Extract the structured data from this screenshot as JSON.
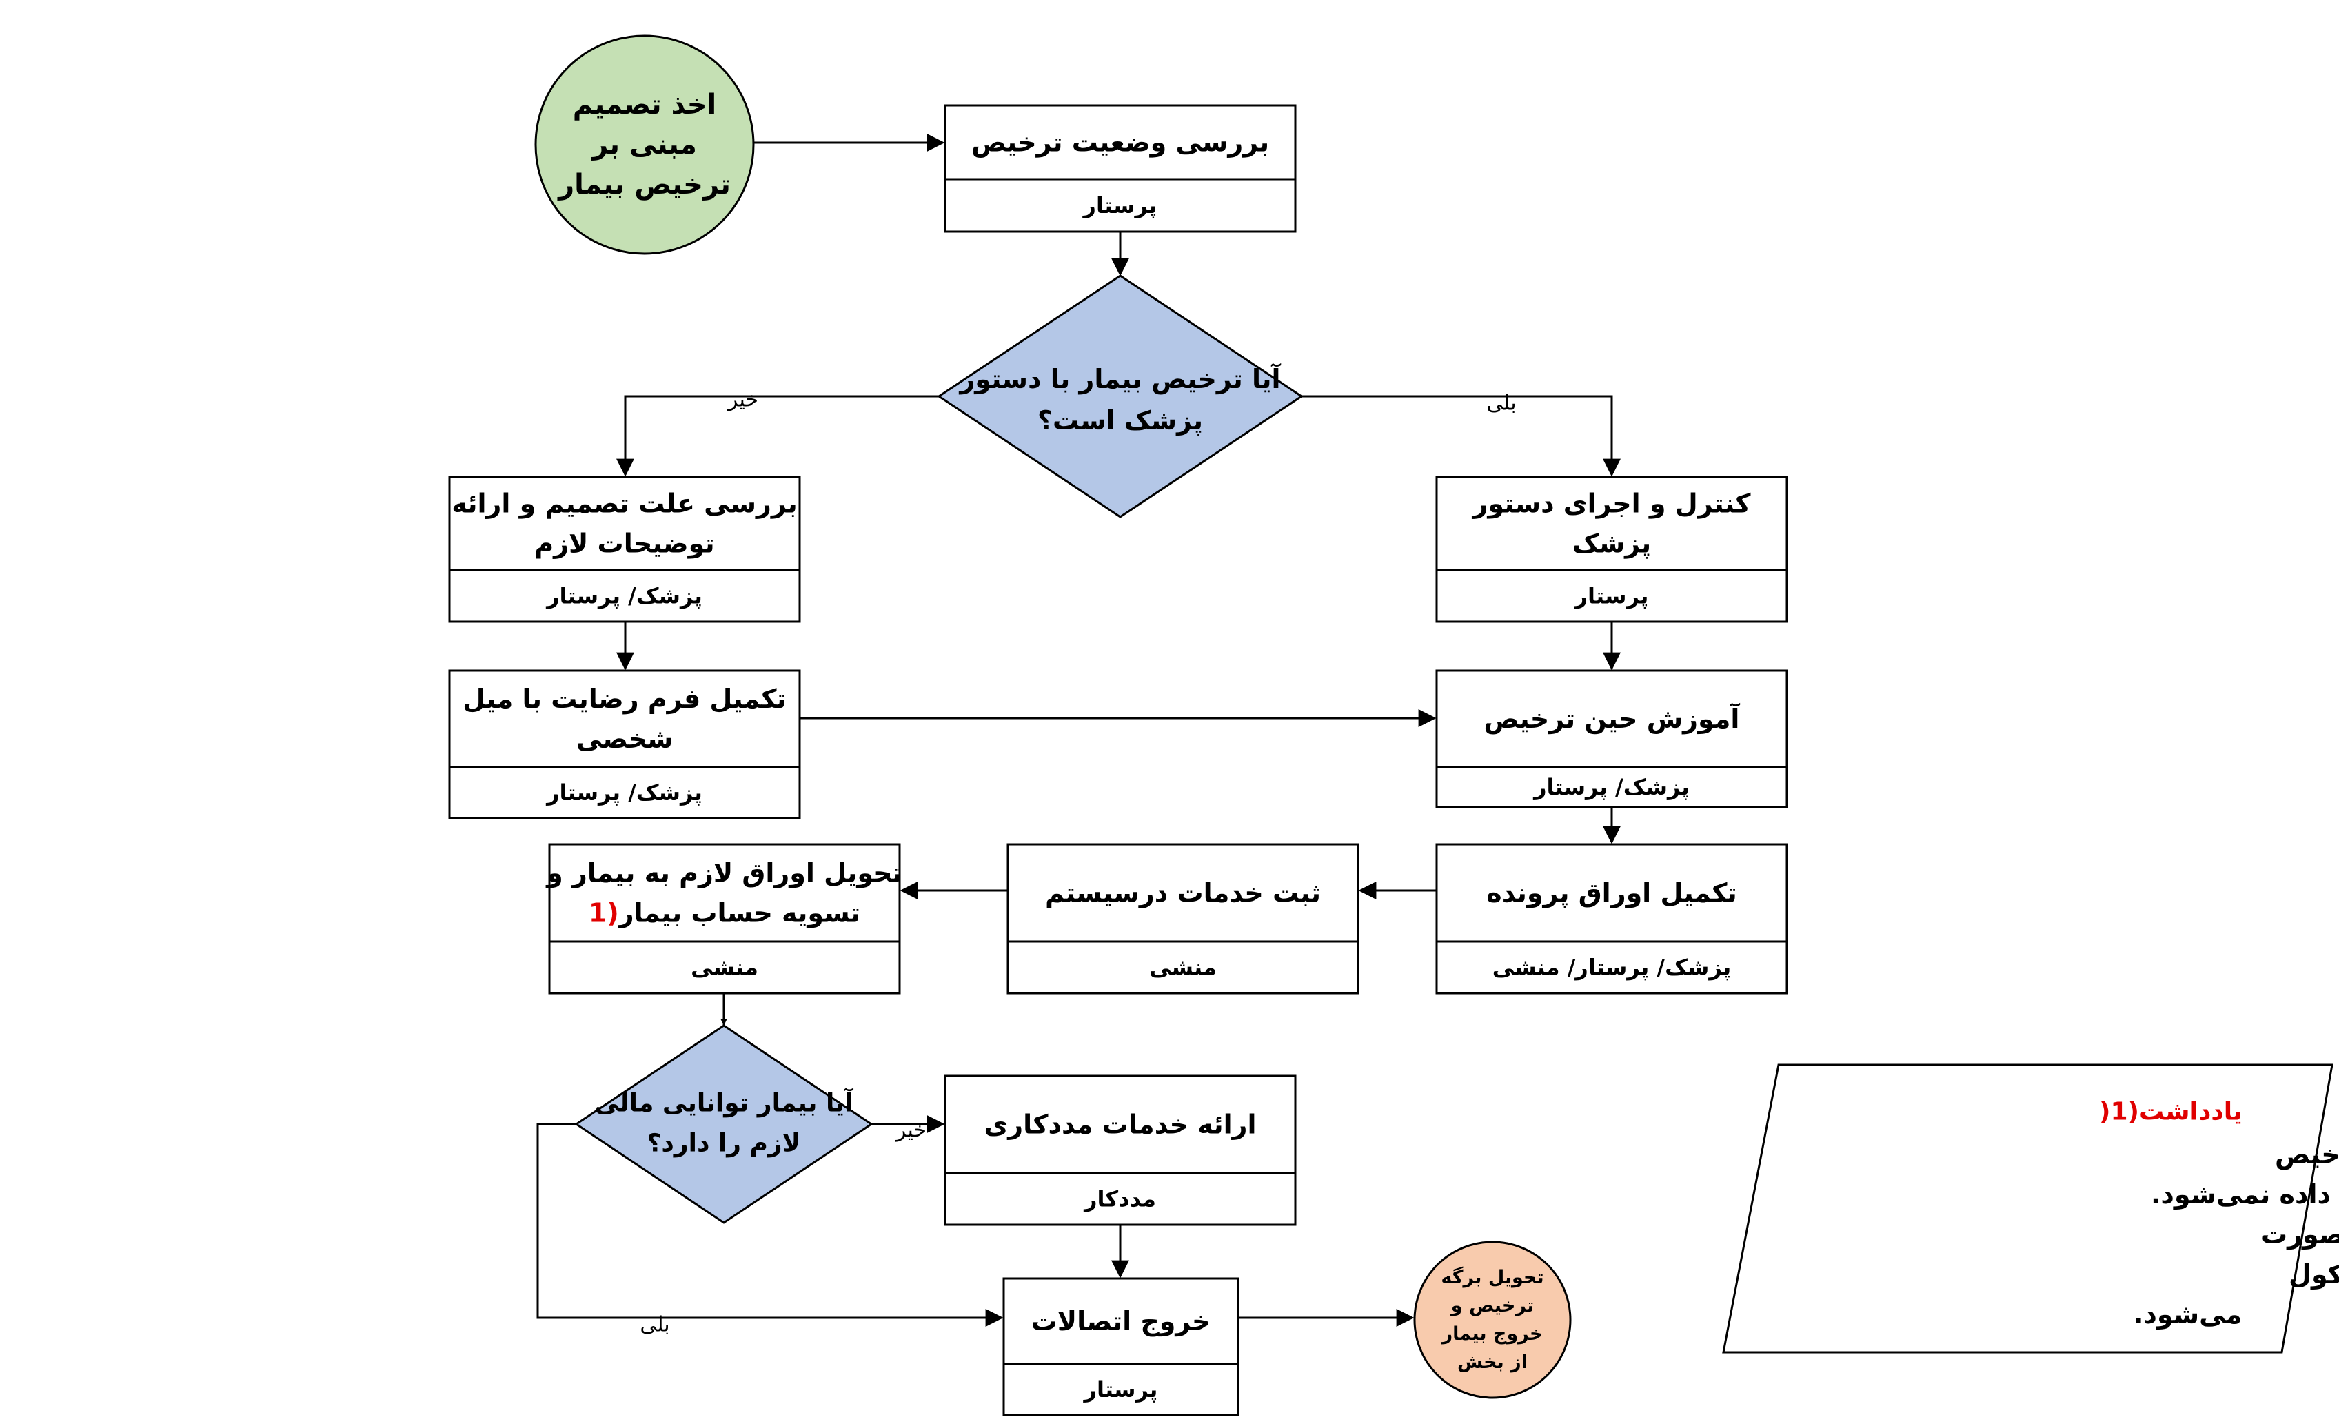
{
  "colors": {
    "start_fill": "#c5e0b4",
    "decision_fill": "#b4c7e7",
    "end_fill": "#f8cbad",
    "note_red": "#e00000"
  },
  "start": {
    "lines": [
      "اخذ تصمیم",
      "مبنی بر",
      "ترخیص بیمار"
    ]
  },
  "end": {
    "lines": [
      "تحویل برگه",
      "ترخیص و",
      "خروج بیمار",
      "از بخش"
    ]
  },
  "decisions": {
    "discharge_order": {
      "lines": [
        "آیا ترخیص بیمار با دستور",
        "پزشک است؟"
      ]
    },
    "financial": {
      "lines": [
        "آیا بیمار توانایی مالی",
        "لازم را دارد؟"
      ]
    }
  },
  "processes": {
    "review_status": {
      "lines": [
        "بررسی وضعیت ترخیص"
      ],
      "role": "پرستار"
    },
    "review_reason": {
      "lines": [
        "بررسی علت تصمیم و ارائه",
        "توضیحات لازم"
      ],
      "role": "پزشک/ پرستار"
    },
    "consent_form": {
      "lines": [
        "تکمیل فرم رضایت با میل",
        "شخصی"
      ],
      "role": "پزشک/ پرستار"
    },
    "control_order": {
      "lines": [
        "کنترل و اجرای دستور",
        "پزشک"
      ],
      "role": "پرستار"
    },
    "education": {
      "lines": [
        "آموزش حین ترخیص"
      ],
      "role": "پزشک/ پرستار"
    },
    "complete_file": {
      "lines": [
        "تکمیل اوراق پرونده"
      ],
      "role": "پزشک/ پرستار/ منشی"
    },
    "register_system": {
      "lines": [
        "ثبت خدمات درسیستم"
      ],
      "role": "منشی"
    },
    "deliver_papers": {
      "lines": [
        "تحویل اوراق لازم به بیمار و",
        "تسویه حساب بیمار"
      ],
      "marker": "(1",
      "role": "منشی"
    },
    "social_work": {
      "lines": [
        "ارائه خدمات مددکاری"
      ],
      "role": "مددکار"
    },
    "remove_lines": {
      "lines": [
        "خروج اتصالات"
      ],
      "role": "پرستار"
    }
  },
  "edge_labels": {
    "no": "خیر",
    "yes": "بلی"
  },
  "note": {
    "title": "یادداشت(1(",
    "lines": [
      "در شیفت‌های عصرپرونده به واحد ترخیص",
      "تحویل داده نمی‌شود.",
      "درشیفت‌های شب ترخیص بالینی صورت",
      "می‌گیرد ولی ترخیص مالی به روز بعد موکول",
      "می‌شود."
    ]
  }
}
